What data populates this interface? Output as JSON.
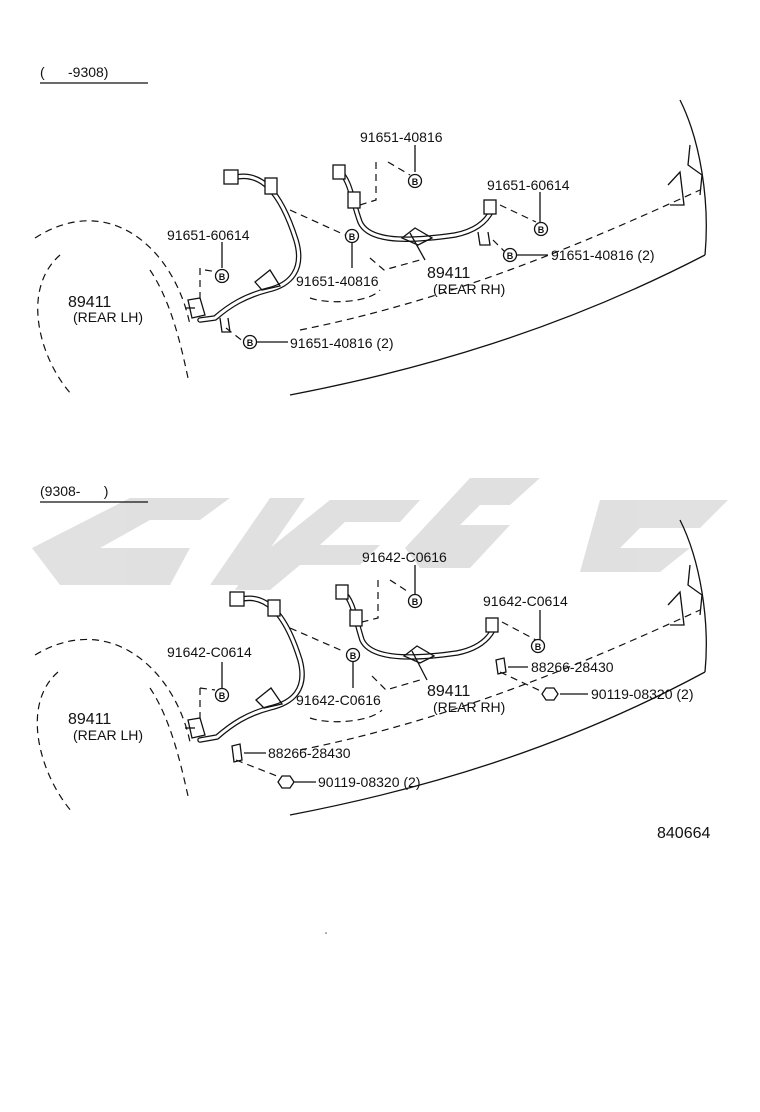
{
  "sections": {
    "top": {
      "range": "(      -9308)",
      "labels": {
        "bolt_center": "91651-40816",
        "bolt_right": "91651-60614",
        "bolt_left": "91651-60614",
        "bolt_mid": "91651-40816",
        "rh_part": "89411",
        "rh_desc": "(REAR RH)",
        "rh_bolts": "91651-40816 (2)",
        "lh_part": "89411",
        "lh_desc": "(REAR LH)",
        "lh_bolts": "91651-40816 (2)"
      }
    },
    "bottom": {
      "range": "(9308-      )",
      "labels": {
        "bolt_center": "91642-C0616",
        "bolt_right": "91642-C0614",
        "bolt_left": "91642-C0614",
        "bolt_mid": "91642-C0616",
        "clip_right": "88266-28430",
        "screw_right": "90119-08320 (2)",
        "rh_part": "89411",
        "rh_desc": "(REAR RH)",
        "lh_part": "89411",
        "lh_desc": "(REAR LH)",
        "clip_left": "88266-28430",
        "screw_left": "90119-08320 (2)"
      }
    }
  },
  "icons": {
    "bolt_marker": "B"
  },
  "figure_number": "840664",
  "watermark_color": "#c8c8c8"
}
